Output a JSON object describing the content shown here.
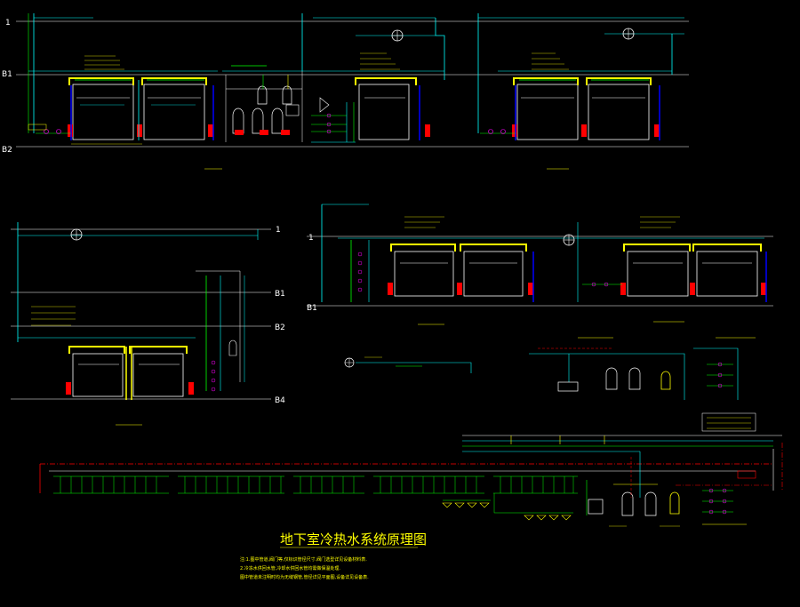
{
  "drawing": {
    "title": "地下室冷热水系统原理图",
    "notes": [
      "注:1.图中管道,阀门等,仅标识管径尺寸.阀门选型详见设备材料表.",
      "2.冷冻水供回水管,冷却水供回水管均需做保温处理.",
      "图中管道未注明时均为无缝钢管,管径详见平面图,设备详见设备表."
    ]
  },
  "levels": {
    "roof": "1",
    "b1": "B1",
    "b2": "B2",
    "b4": "B4"
  },
  "colors": {
    "background": "#000000",
    "cyan_pipe": "#00ffff",
    "green_pipe": "#00ff00",
    "yellow_pipe": "#ffff00",
    "red_pipe": "#ff0000",
    "magenta": "#ff00ff",
    "blue": "#0000ff",
    "white": "#ffffff"
  }
}
